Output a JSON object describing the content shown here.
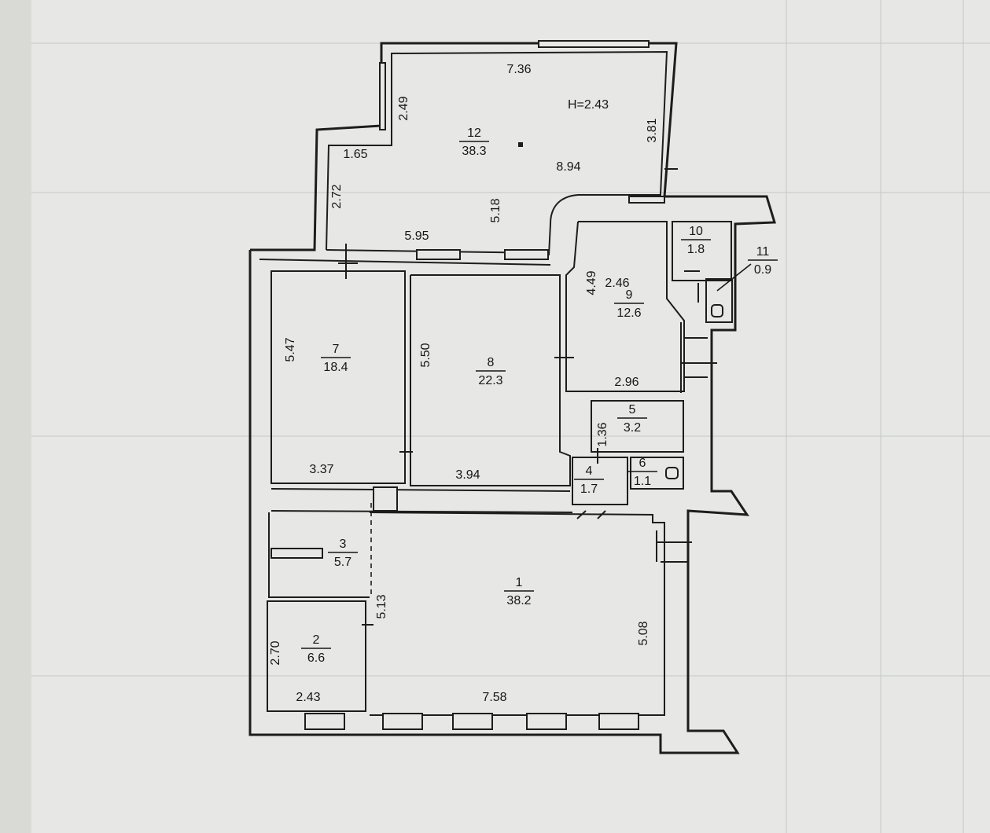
{
  "plan": {
    "ceiling_height": "H=2.43",
    "rooms": [
      {
        "number": "1",
        "area": "38.2"
      },
      {
        "number": "2",
        "area": "6.6"
      },
      {
        "number": "3",
        "area": "5.7"
      },
      {
        "number": "4",
        "area": "1.7"
      },
      {
        "number": "5",
        "area": "3.2"
      },
      {
        "number": "6",
        "area": "1.1"
      },
      {
        "number": "7",
        "area": "18.4"
      },
      {
        "number": "8",
        "area": "22.3"
      },
      {
        "number": "9",
        "area": "12.6"
      },
      {
        "number": "10",
        "area": "1.8"
      },
      {
        "number": "11",
        "area": "0.9"
      },
      {
        "number": "12",
        "area": "38.3"
      }
    ],
    "dimensions": [
      "7.36",
      "2.49",
      "1.65",
      "3.81",
      "8.94",
      "2.72",
      "5.18",
      "5.95",
      "4.49",
      "2.46",
      "2.96",
      "5.47",
      "5.50",
      "3.37",
      "3.94",
      "1.36",
      "5.13",
      "2.70",
      "2.43",
      "7.58",
      "5.08"
    ]
  }
}
